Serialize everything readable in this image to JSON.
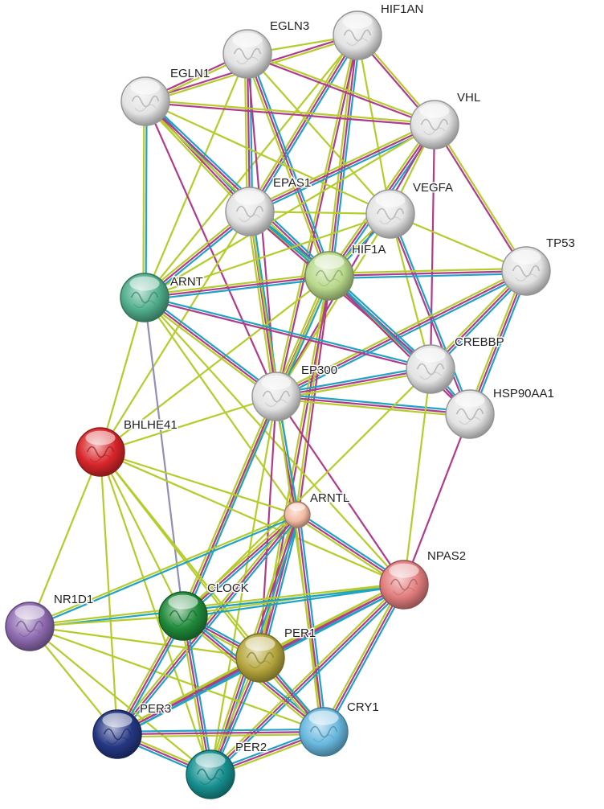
{
  "network": {
    "edge_colors": {
      "yellowgreen": "#b5cc2a",
      "cyan": "#1ea2c6",
      "magenta": "#b03a8c",
      "gray": "#8f8fb8"
    },
    "nodes": [
      {
        "id": "HIF1AN",
        "label": "HIF1AN",
        "color": "#e3e3e3",
        "size": "regular"
      },
      {
        "id": "EGLN3",
        "label": "EGLN3",
        "color": "#e3e3e3",
        "size": "regular"
      },
      {
        "id": "EGLN1",
        "label": "EGLN1",
        "color": "#e3e3e3",
        "size": "regular"
      },
      {
        "id": "VHL",
        "label": "VHL",
        "color": "#e3e3e3",
        "size": "regular"
      },
      {
        "id": "EPAS1",
        "label": "EPAS1",
        "color": "#e3e3e3",
        "size": "regular"
      },
      {
        "id": "VEGFA",
        "label": "VEGFA",
        "color": "#e3e3e3",
        "size": "regular"
      },
      {
        "id": "TP53",
        "label": "TP53",
        "color": "#e3e3e3",
        "size": "regular"
      },
      {
        "id": "HIF1A",
        "label": "HIF1A",
        "color": "#b8d98a",
        "size": "regular"
      },
      {
        "id": "ARNT",
        "label": "ARNT",
        "color": "#4fae8c",
        "size": "regular"
      },
      {
        "id": "CREBBP",
        "label": "CREBBP",
        "color": "#e3e3e3",
        "size": "regular"
      },
      {
        "id": "EP300",
        "label": "EP300",
        "color": "#e3e3e3",
        "size": "regular"
      },
      {
        "id": "HSP90AA1",
        "label": "HSP90AA1",
        "color": "#e3e3e3",
        "size": "regular"
      },
      {
        "id": "BHLHE41",
        "label": "BHLHE41",
        "color": "#d8262a",
        "size": "regular"
      },
      {
        "id": "ARNTL",
        "label": "ARNTL",
        "color": "#f2b9a0",
        "size": "small"
      },
      {
        "id": "NPAS2",
        "label": "NPAS2",
        "color": "#e27d7d",
        "size": "regular"
      },
      {
        "id": "NR1D1",
        "label": "NR1D1",
        "color": "#8e6ab0",
        "size": "regular"
      },
      {
        "id": "CLOCK",
        "label": "CLOCK",
        "color": "#1f8a3a",
        "size": "regular"
      },
      {
        "id": "PER1",
        "label": "PER1",
        "color": "#b5a63c",
        "size": "regular"
      },
      {
        "id": "PER3",
        "label": "PER3",
        "color": "#253783",
        "size": "regular"
      },
      {
        "id": "CRY1",
        "label": "CRY1",
        "color": "#68b8df",
        "size": "regular"
      },
      {
        "id": "PER2",
        "label": "PER2",
        "color": "#179090",
        "size": "regular"
      }
    ],
    "edges": [
      [
        "HIF1AN",
        "EGLN3",
        [
          "yellowgreen"
        ]
      ],
      [
        "HIF1AN",
        "EGLN1",
        [
          "yellowgreen",
          "magenta"
        ]
      ],
      [
        "HIF1AN",
        "VHL",
        [
          "yellowgreen",
          "magenta"
        ]
      ],
      [
        "HIF1AN",
        "EPAS1",
        [
          "cyan",
          "magenta",
          "yellowgreen"
        ]
      ],
      [
        "HIF1AN",
        "HIF1A",
        [
          "cyan",
          "magenta",
          "yellowgreen"
        ]
      ],
      [
        "HIF1AN",
        "VEGFA",
        [
          "yellowgreen"
        ]
      ],
      [
        "HIF1AN",
        "EP300",
        [
          "magenta",
          "yellowgreen"
        ]
      ],
      [
        "HIF1AN",
        "ARNT",
        [
          "yellowgreen"
        ]
      ],
      [
        "EGLN3",
        "EGLN1",
        [
          "yellowgreen",
          "magenta"
        ]
      ],
      [
        "EGLN3",
        "VHL",
        [
          "yellowgreen",
          "magenta"
        ]
      ],
      [
        "EGLN3",
        "EPAS1",
        [
          "cyan",
          "magenta",
          "yellowgreen"
        ]
      ],
      [
        "EGLN3",
        "HIF1A",
        [
          "cyan",
          "magenta",
          "yellowgreen"
        ]
      ],
      [
        "EGLN3",
        "VEGFA",
        [
          "yellowgreen"
        ]
      ],
      [
        "EGLN3",
        "EP300",
        [
          "magenta"
        ]
      ],
      [
        "EGLN3",
        "ARNT",
        [
          "yellowgreen"
        ]
      ],
      [
        "EGLN1",
        "VHL",
        [
          "yellowgreen",
          "magenta"
        ]
      ],
      [
        "EGLN1",
        "EPAS1",
        [
          "cyan",
          "magenta",
          "yellowgreen"
        ]
      ],
      [
        "EGLN1",
        "HIF1A",
        [
          "cyan",
          "magenta",
          "yellowgreen"
        ]
      ],
      [
        "EGLN1",
        "VEGFA",
        [
          "yellowgreen"
        ]
      ],
      [
        "EGLN1",
        "ARNT",
        [
          "cyan",
          "yellowgreen"
        ]
      ],
      [
        "EGLN1",
        "EP300",
        [
          "magenta"
        ]
      ],
      [
        "VHL",
        "EPAS1",
        [
          "cyan",
          "magenta",
          "yellowgreen"
        ]
      ],
      [
        "VHL",
        "HIF1A",
        [
          "cyan",
          "magenta",
          "yellowgreen"
        ]
      ],
      [
        "VHL",
        "VEGFA",
        [
          "yellowgreen"
        ]
      ],
      [
        "VHL",
        "TP53",
        [
          "yellowgreen",
          "magenta"
        ]
      ],
      [
        "VHL",
        "ARNT",
        [
          "yellowgreen"
        ]
      ],
      [
        "VHL",
        "EP300",
        [
          "magenta"
        ]
      ],
      [
        "VHL",
        "CREBBP",
        [
          "magenta"
        ]
      ],
      [
        "EPAS1",
        "ARNT",
        [
          "cyan",
          "magenta",
          "yellowgreen"
        ]
      ],
      [
        "EPAS1",
        "HIF1A",
        [
          "cyan",
          "yellowgreen"
        ]
      ],
      [
        "EPAS1",
        "VEGFA",
        [
          "yellowgreen"
        ]
      ],
      [
        "EPAS1",
        "EP300",
        [
          "cyan",
          "magenta",
          "yellowgreen"
        ]
      ],
      [
        "EPAS1",
        "CREBBP",
        [
          "cyan",
          "magenta"
        ]
      ],
      [
        "EPAS1",
        "ARNTL",
        [
          "yellowgreen"
        ]
      ],
      [
        "EPAS1",
        "BHLHE41",
        [
          "yellowgreen"
        ]
      ],
      [
        "VEGFA",
        "HIF1A",
        [
          "cyan",
          "yellowgreen"
        ]
      ],
      [
        "VEGFA",
        "TP53",
        [
          "yellowgreen"
        ]
      ],
      [
        "VEGFA",
        "ARNT",
        [
          "yellowgreen"
        ]
      ],
      [
        "VEGFA",
        "EP300",
        [
          "yellowgreen"
        ]
      ],
      [
        "VEGFA",
        "CREBBP",
        [
          "yellowgreen"
        ]
      ],
      [
        "VEGFA",
        "HSP90AA1",
        [
          "cyan",
          "magenta"
        ]
      ],
      [
        "TP53",
        "HIF1A",
        [
          "cyan",
          "magenta",
          "yellowgreen"
        ]
      ],
      [
        "TP53",
        "EP300",
        [
          "cyan",
          "magenta",
          "yellowgreen"
        ]
      ],
      [
        "TP53",
        "CREBBP",
        [
          "cyan",
          "magenta",
          "yellowgreen"
        ]
      ],
      [
        "TP53",
        "HSP90AA1",
        [
          "cyan",
          "magenta",
          "yellowgreen"
        ]
      ],
      [
        "HIF1A",
        "ARNT",
        [
          "cyan",
          "magenta",
          "yellowgreen"
        ]
      ],
      [
        "HIF1A",
        "EP300",
        [
          "cyan",
          "magenta",
          "yellowgreen"
        ]
      ],
      [
        "HIF1A",
        "CREBBP",
        [
          "cyan",
          "magenta",
          "yellowgreen"
        ]
      ],
      [
        "HIF1A",
        "HSP90AA1",
        [
          "cyan",
          "magenta"
        ]
      ],
      [
        "HIF1A",
        "BHLHE41",
        [
          "yellowgreen"
        ]
      ],
      [
        "HIF1A",
        "ARNTL",
        [
          "magenta",
          "yellowgreen"
        ]
      ],
      [
        "HIF1A",
        "PER1",
        [
          "magenta",
          "yellowgreen"
        ]
      ],
      [
        "HIF1A",
        "CLOCK",
        [
          "yellowgreen"
        ]
      ],
      [
        "ARNT",
        "EP300",
        [
          "cyan",
          "magenta",
          "yellowgreen"
        ]
      ],
      [
        "ARNT",
        "CREBBP",
        [
          "cyan",
          "magenta"
        ]
      ],
      [
        "ARNT",
        "BHLHE41",
        [
          "yellowgreen"
        ]
      ],
      [
        "ARNT",
        "CLOCK",
        [
          "gray"
        ]
      ],
      [
        "ARNT",
        "NPAS2",
        [
          "yellowgreen"
        ]
      ],
      [
        "ARNT",
        "ARNTL",
        [
          "yellowgreen"
        ]
      ],
      [
        "EP300",
        "CREBBP",
        [
          "cyan",
          "magenta",
          "yellowgreen"
        ]
      ],
      [
        "EP300",
        "HSP90AA1",
        [
          "cyan",
          "magenta",
          "yellowgreen"
        ]
      ],
      [
        "EP300",
        "BHLHE41",
        [
          "yellowgreen"
        ]
      ],
      [
        "EP300",
        "ARNTL",
        [
          "cyan",
          "magenta"
        ]
      ],
      [
        "EP300",
        "CLOCK",
        [
          "cyan",
          "magenta",
          "yellowgreen"
        ]
      ],
      [
        "EP300",
        "NPAS2",
        [
          "magenta"
        ]
      ],
      [
        "EP300",
        "PER1",
        [
          "magenta"
        ]
      ],
      [
        "EP300",
        "PER2",
        [
          "yellowgreen"
        ]
      ],
      [
        "EP300",
        "CRY1",
        [
          "yellowgreen"
        ]
      ],
      [
        "CREBBP",
        "HSP90AA1",
        [
          "cyan",
          "magenta"
        ]
      ],
      [
        "CREBBP",
        "NPAS2",
        [
          "yellowgreen"
        ]
      ],
      [
        "CREBBP",
        "CLOCK",
        [
          "yellowgreen"
        ]
      ],
      [
        "HSP90AA1",
        "NPAS2",
        [
          "magenta"
        ]
      ],
      [
        "BHLHE41",
        "ARNTL",
        [
          "yellowgreen"
        ]
      ],
      [
        "BHLHE41",
        "CLOCK",
        [
          "yellowgreen"
        ]
      ],
      [
        "BHLHE41",
        "NR1D1",
        [
          "yellowgreen"
        ]
      ],
      [
        "BHLHE41",
        "PER1",
        [
          "yellowgreen"
        ]
      ],
      [
        "BHLHE41",
        "PER2",
        [
          "yellowgreen"
        ]
      ],
      [
        "BHLHE41",
        "PER3",
        [
          "yellowgreen"
        ]
      ],
      [
        "BHLHE41",
        "CRY1",
        [
          "yellowgreen"
        ]
      ],
      [
        "BHLHE41",
        "NPAS2",
        [
          "yellowgreen"
        ]
      ],
      [
        "ARNTL",
        "NPAS2",
        [
          "cyan",
          "magenta",
          "yellowgreen"
        ]
      ],
      [
        "ARNTL",
        "CLOCK",
        [
          "cyan",
          "magenta",
          "yellowgreen"
        ]
      ],
      [
        "ARNTL",
        "PER1",
        [
          "cyan",
          "magenta",
          "yellowgreen"
        ]
      ],
      [
        "ARNTL",
        "PER2",
        [
          "cyan",
          "magenta",
          "yellowgreen"
        ]
      ],
      [
        "ARNTL",
        "PER3",
        [
          "cyan",
          "magenta",
          "yellowgreen"
        ]
      ],
      [
        "ARNTL",
        "CRY1",
        [
          "cyan",
          "magenta",
          "yellowgreen"
        ]
      ],
      [
        "ARNTL",
        "NR1D1",
        [
          "cyan",
          "yellowgreen"
        ]
      ],
      [
        "NPAS2",
        "CLOCK",
        [
          "cyan",
          "yellowgreen"
        ]
      ],
      [
        "NPAS2",
        "PER1",
        [
          "cyan",
          "magenta",
          "yellowgreen"
        ]
      ],
      [
        "NPAS2",
        "PER2",
        [
          "cyan",
          "magenta",
          "yellowgreen"
        ]
      ],
      [
        "NPAS2",
        "PER3",
        [
          "cyan",
          "magenta",
          "yellowgreen"
        ]
      ],
      [
        "NPAS2",
        "CRY1",
        [
          "cyan",
          "magenta",
          "yellowgreen"
        ]
      ],
      [
        "NPAS2",
        "NR1D1",
        [
          "cyan",
          "yellowgreen"
        ]
      ],
      [
        "NR1D1",
        "CLOCK",
        [
          "yellowgreen"
        ]
      ],
      [
        "NR1D1",
        "PER1",
        [
          "yellowgreen"
        ]
      ],
      [
        "NR1D1",
        "PER2",
        [
          "yellowgreen"
        ]
      ],
      [
        "NR1D1",
        "PER3",
        [
          "yellowgreen"
        ]
      ],
      [
        "NR1D1",
        "CRY1",
        [
          "yellowgreen"
        ]
      ],
      [
        "CLOCK",
        "PER1",
        [
          "cyan",
          "magenta",
          "yellowgreen"
        ]
      ],
      [
        "CLOCK",
        "PER2",
        [
          "cyan",
          "magenta",
          "yellowgreen"
        ]
      ],
      [
        "CLOCK",
        "PER3",
        [
          "cyan",
          "magenta",
          "yellowgreen"
        ]
      ],
      [
        "CLOCK",
        "CRY1",
        [
          "cyan",
          "magenta",
          "yellowgreen"
        ]
      ],
      [
        "PER1",
        "PER2",
        [
          "cyan",
          "magenta",
          "yellowgreen"
        ]
      ],
      [
        "PER1",
        "PER3",
        [
          "cyan",
          "magenta",
          "yellowgreen"
        ]
      ],
      [
        "PER1",
        "CRY1",
        [
          "cyan",
          "magenta",
          "yellowgreen"
        ]
      ],
      [
        "PER2",
        "PER3",
        [
          "cyan",
          "magenta",
          "yellowgreen"
        ]
      ],
      [
        "PER2",
        "CRY1",
        [
          "cyan",
          "magenta",
          "yellowgreen"
        ]
      ],
      [
        "PER3",
        "CRY1",
        [
          "cyan",
          "magenta",
          "yellowgreen"
        ]
      ]
    ]
  }
}
